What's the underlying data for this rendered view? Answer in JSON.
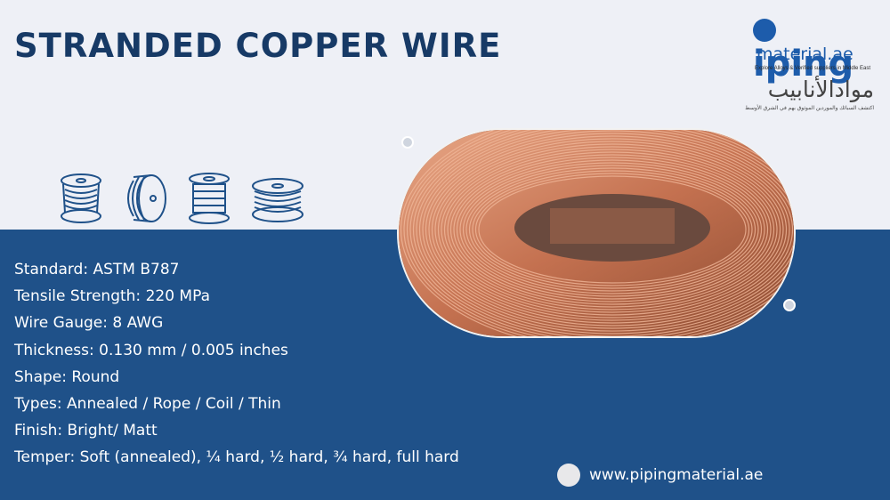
{
  "title": "STRANDED COPPER WIRE",
  "logo": {
    "brand": "iping",
    "brand_sub": "material.ae",
    "tagline": "Explore Alloys & Verified suppliers in Middle East",
    "arabic_brand": "موادالأنابيب",
    "arabic_tagline": "اكتشف السبائك والموردين الموثوق بهم في الشرق الأوسط"
  },
  "spool_icons": [
    "spool-icon",
    "cable-reel-icon",
    "spool-icon",
    "wire-coil-icon"
  ],
  "specs": [
    "Standard: ASTM B787",
    "Tensile Strength: 220 MPa",
    "Wire Gauge: 8 AWG",
    "Thickness: 0.130 mm / 0.005 inches",
    "Shape: Round",
    "Types: Annealed / Rope / Coil / Thin",
    "Finish: Bright/ Matt",
    "Temper: Soft (annealed), ¼ hard, ½ hard, ¾ hard, full hard"
  ],
  "website": "www.pipingmaterial.ae",
  "colors": {
    "navy": "#1f5189",
    "title": "#173a66",
    "brand_blue": "#1d5cab",
    "copper": "#c97a56"
  }
}
